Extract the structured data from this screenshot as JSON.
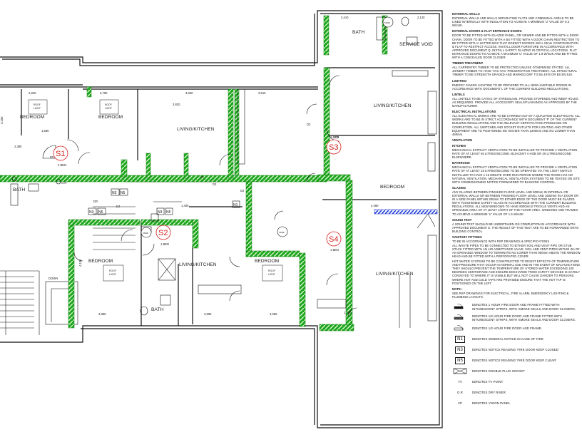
{
  "rooms": {
    "bedroom_1": "BEDROOM",
    "bedroom_2": "BEDROOM",
    "living_1": "LIVING/KITCHEN",
    "bath_s1": "BATH",
    "bath_top": "BATH",
    "service_void": "SERVICE VOID",
    "living_s3": "LIVING/KITCHEN",
    "bedroom_s3": "BEDROOM",
    "bedroom_s2": "BEDROOM",
    "living_s2": "LIVING/KITCHEN",
    "bath_s2": "BATH",
    "bedroom_s4": "BEDROOM",
    "living_s4": "LIVING/KITCHEN"
  },
  "unit_tags": {
    "s1": "S1",
    "s2": "S2",
    "s3": "S3",
    "s4": "S4"
  },
  "unit_sub": {
    "s1": "2 BED",
    "s2": "1 BED",
    "s3": "2 BED",
    "s4": "1 BED"
  },
  "dimensions": {
    "d2840": "2,840",
    "d3790": "3,790",
    "d3820": "3,820",
    "d3810": "3,810",
    "d3410": "3,410",
    "d2120": "2,120",
    "d1550": "1,550",
    "d2380": "2,380",
    "d4460": "4,460",
    "d1400": "1,400",
    "d4130": "4,130",
    "d2885": "2,885",
    "d3565": "3,565",
    "d3065": "3,065",
    "d3250": "3,250",
    "d1785": "1,785"
  },
  "symbols": {
    "roof_light": "ROOF\nLIGHT",
    "tank": "TANK",
    "down": "DOWN",
    "up": "UP",
    "dr": "DR",
    "fd": "FD",
    "n1": "N1",
    "n3": "N3",
    "n5": "N5",
    "od": "O.R"
  },
  "notes": [
    {
      "h": "EXTERNAL WALLS",
      "b": "EXTERNAL WALLS AND WALLS SEPARATING FLATS AND COMMUNAL AREAS TO BE LINED INTERNALLY WITH INSULATION TO ACHIEVE A MINIMUM 'U' VALUE OF 0.3 W/m2K."
    },
    {
      "h": "EXTERNAL DOORS & FLAT ENTRANCE DOORS.",
      "b": "DOOR TO BE FITTED WITH GLAZED PANEL, OR VIEWER AND BE FITTED WITH A DOOR CHAIN. DOOR TO BE FITTED WITH A BS FITTED WITH A DOOR CHAIN RESTRICTION TO BE FITTED WITH A LETTER BOX THAT DOESN'T EXCEED 260 x 40mm CONFIGURATION & FLAP TO RESTRICT ACCESS. INSTALL DOOR FURNITURE IN ACCORDANCE WITH APPROVED DOCUMENT Q. INSTALL SAFETY GLAZING IN CRITICAL LOCATIONS. FLAT ENTRANCE DOORS TO ACHIEVE A MAXIMUM 'U' VALUE OF 1.8 W/m2K AND BE FITTED WITH A CONCEALED DOOR CLOSER."
    },
    {
      "h": "TIMBER TREATMENT",
      "b": "ALL CARPENTRY TIMBER TO BE PROTECTED UNLESS OTHERWISE STATED. ALL JOINERY TIMBER TO HAVE 'VAC-VAC' PRESERVATIVE TREATMENT. ALL STRUCTURAL TIMBER TO BE STRENGTH GRADED AND MARKED DRY TO BS 4978 OR BS EN 519."
    },
    {
      "h": "LIGHTING",
      "b": "ENERGY SAVING LIGHTING TO BE PROVIDED TO ALL NEW HABITABLE ROOMS IN ACCORDANCE WITH DOCUMENT L OF THE CURRENT BUILDING REGULATIONS."
    },
    {
      "h": "LINTELS",
      "b": "ALL LINTELS TO BE CATNIC OF STRESSLINE. PROVIDE STOPENDS AND WEEP HOLES AS REQUIRED. PROVIDE ALL ACCESSORY SEALS/FLASHINGS AS APPROVED BY THE MANUFACTURER."
    },
    {
      "h": "ELECTRICAL INSTALLATIONS",
      "b": "ALL ELECTRICAL WORKS ARE TO BE CARRIED OUT BY A QUALIFIED ELECTRICIAN. ALL WORKS ARE TO BE IN STRICT ACCORDANCE WITH DOCUMENT 'P' OF THE CURRENT BUILDING REGULATIONS AND THE RELEVANT CERTIFICATION PRODUCED ON COMPLETION. ALL SWITCHES AND SOCKET OUTLETS FOR LIGHTING AND OTHER EQUIPMENT ARE TO POSITIONED NO HIGHER THAN 1200mm AND NO LOWER THAN 450mm."
    },
    {
      "h": "VENTILATION",
      "b": ""
    },
    {
      "h": "KITCHEN",
      "b": "MECHANICAL EXTRACT VENTILATION TO BE INSTALLED TO PROVIDE A VENTILATION RATE OF AT LEAST 60 LITRES/SECOND ADJACENT A HOB OR 30 LITRES/SECOND ELSEWHERE."
    },
    {
      "h": "BATHROOM",
      "b": "MECHANICAL EXTRACT VENTILATION TO BE INSTALLED TO PROVIDE A VENTILATION RATE OF AT LEAST 15 LITRES/SECOND TO BE OPERATED VIA THE LIGHT SWITCH INSTALLED TO HAVE A 15 MINUTE OVER RUN PERIOD WHERE THE ROOM HAS NO NATURAL VENTILATION. MECHANICAL VENTILATION SYSTEMS TO BE TESTED ON SITE WITH COMMISSIONING NOTICE FORWARDED TO BUILDING CONTROL."
    },
    {
      "h": "GLAZING",
      "b": "ANY GLAZING BETWEEN FINISHED FLOOR LEVEL AND 800mm IN INTERNAL OR EXTERNAL WALLS OR BETWEEN FINISHED FLOOR LEVEL AND 1500mm IN A DOOR OR IN A SIDE PANEL WITHIN 300mm TO EITHER EDGE OF THE DOOR MUST BE GLAZED WITH TOUGHENED SAFETY GLASS IN ACCORDANCE WITH THE CURRENT BUILDING REGULATIONS. ALL NEW WINDOWS TO HAVE 8000mm2 TRICKLE VENTS AND AN OPENABLE AREA OF AT LEAST 1/20TH OF THE FLOOR AREA. WINDOWS AND FRAMES TO ACHIEVE A MINIMUM 'U' VALUE OF 1.6 W/m2K."
    },
    {
      "h": "SOUND TEST",
      "b": "A SOUND TEST SHOULD BE UNDERTAKEN ON COMPLETION IN ACCORDANCE WITH APPROVED DOCUMENT E. THE RESULT OF THIS TEST ARE TO BE FORWARDED ONTO BUILDING CONTROL."
    },
    {
      "h": "SANITARY FITTINGS",
      "b": "TO BE IN ACCORDANCE WITH RSP DRAWINGS & SPECIFICATIONS"
    },
    {
      "h": "",
      "b": "ALL WASTE PIPES TO BE CONNECTED TO EITHER SOIL AND VENT PIPE OR STUB STACK FITTED WITH AN AIR ADMITTANCE VALVE. SOIL AND VENT PIPES WITHIN 3m OF AN OPENABLE WINDOW TO TERMINATE NO LOWER THAN 900mm ABOVE THE WINDOW HEAD AND BE FITTED WITH A PERFORATED COVER."
    },
    {
      "h": "",
      "b": "HOT WATER SYSTEMS TO BE CONSTRUCTED TO RESIST EFFECTS OF TEMPERATURE AND PRESSURE THAT OCCUR IN NORMAL USE AND IN THE EVENT OF MALFUNCTIONS THEY SHOULD PREVENT THE TEMPERATURE OF STORED WATER EXCEEDING 100 DEGREES CENTIGRADE AND ENSURE DISCHARGE FROM SAFETY DEVICES IS SAFELY CONVEYED TO WHERE IT IS VISIBLE BUT WILL NOT CAUSE DANGER TO PERSONS."
    },
    {
      "h": "",
      "b": "WHERE HOT AND COLD TAPS ARE PROVIDED ENSURE THAT THE HOT TAP IS POSITIONED ON THE LEFT."
    },
    {
      "h": "NOTE:-",
      "b": "SEE RSP DRAWINGS FOR ELECTRICAL, FIRE ALARM, EMERGENCY LIGHTING & PLUMBING LAYOUTS."
    }
  ],
  "legend": [
    {
      "sym": "door1",
      "text": "DENOTES 1 HOUR FIRE DOOR AND FRAME FITTED WITH INTUMESCENT STRIPS, WITH SMOKE SEALS AND DOOR CLOSERS."
    },
    {
      "sym": "door2",
      "text": "DENOTES 1/2 HOUR FIRE DOOR AND FRAME FITTED WITH INTUMESCENT STRIPS, WITH SMOKE SEALS AND DOOR CLOSERS."
    },
    {
      "sym": "door3",
      "text": "DENOTES 1/2 HOUR FIRE DOOR AND FRAME."
    },
    {
      "sym": "N1",
      "text": "DENOTES GENERAL NOTICE IN CASE OF FIRE"
    },
    {
      "sym": "N3",
      "text": "DENOTES NOTICE READING 'FIRE DOOR KEEP CLOSED'"
    },
    {
      "sym": "N5",
      "text": "DENOTES NOTICE READING 'FIRE DOOR KEEP CLEAR'"
    },
    {
      "sym": "socket",
      "text": "DENOTES DOUBLE PLUG SOCKET"
    },
    {
      "sym": "TV",
      "text": "DENOTES TV POINT"
    },
    {
      "sym": "O.R",
      "text": "DENOTES DRY RISER"
    },
    {
      "sym": "VP",
      "text": "DENOTES VISION PANEL"
    }
  ]
}
